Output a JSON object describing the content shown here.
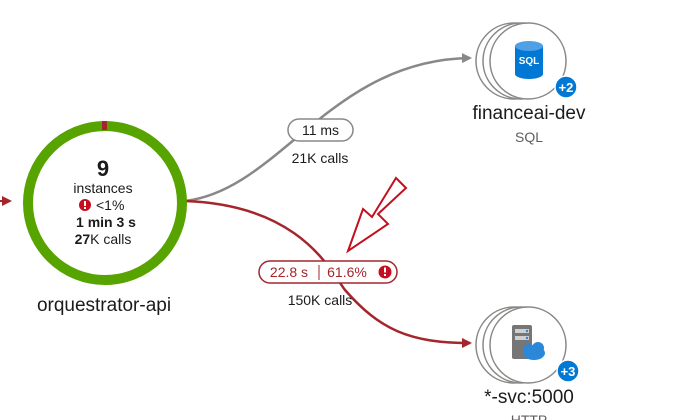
{
  "main_node": {
    "instances_count": "9",
    "instances_label": "instances",
    "failure_rate": "<1%",
    "duration": "1 min 3 s",
    "calls_number": "27",
    "calls_unit": "K calls",
    "name": "orquestrator-api",
    "ring_color": "#57a300",
    "failure_color": "#a4262c"
  },
  "dependency_sql": {
    "name": "financeai-dev",
    "type": "SQL",
    "badge": "+2",
    "icon": "sql-database-icon",
    "icon_label": "SQL"
  },
  "dependency_http": {
    "name": "*-svc:5000",
    "type": "HTTP",
    "badge": "+3",
    "icon": "cloud-server-icon"
  },
  "edge_sql": {
    "duration": "11 ms",
    "calls": "21K calls",
    "color": "#8a8886"
  },
  "edge_http": {
    "duration": "22.8 s",
    "failure_rate": "61.6%",
    "calls": "150K calls",
    "color": "#a4262c"
  },
  "colors": {
    "accent_blue": "#0078d4",
    "error_red": "#c50f1f"
  }
}
